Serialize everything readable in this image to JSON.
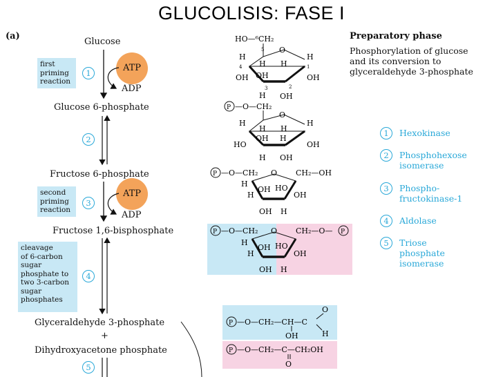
{
  "slide": {
    "title": "GLUCOLISIS: FASE I"
  },
  "figure": {
    "panel_label": "(a)",
    "metabolites": {
      "glucose": "Glucose",
      "g6p": "Glucose 6-phosphate",
      "f6p": "Fructose 6-phosphate",
      "f16bp": "Fructose 1,6-bisphosphate",
      "gap": "Glyceraldehyde 3-phosphate",
      "plus": "+",
      "dhap": "Dihydroxyacetone phosphate"
    },
    "notes": {
      "first_priming": [
        "first",
        "priming",
        "reaction"
      ],
      "second_priming": [
        "second",
        "priming",
        "reaction"
      ],
      "cleavage": [
        "cleavage",
        "of 6-carbon",
        "sugar",
        "phosphate to",
        "two 3-carbon",
        "sugar",
        "phosphates"
      ]
    },
    "cofactors": {
      "atp": "ATP",
      "adp": "ADP"
    },
    "step_numbers": [
      "1",
      "2",
      "3",
      "4",
      "5"
    ],
    "side_title": "Preparatory phase",
    "side_description": [
      "Phosphorylation of glucose",
      "and its conversion to",
      "glyceraldehyde 3-phosphate"
    ],
    "enzymes": [
      {
        "num": "1",
        "lines": [
          "Hexokinase"
        ]
      },
      {
        "num": "2",
        "lines": [
          "Phosphohexose",
          "isomerase"
        ]
      },
      {
        "num": "3",
        "lines": [
          "Phospho-",
          "fructokinase-1"
        ]
      },
      {
        "num": "4",
        "lines": [
          "Aldolase"
        ]
      },
      {
        "num": "5",
        "lines": [
          "Triose",
          "phosphate",
          "isomerase"
        ]
      }
    ],
    "structure_labels": {
      "glucose_top": "HO—⁶CH₂",
      "h": "H",
      "oh": "OH",
      "ho": "HO",
      "o": "O",
      "p": "P",
      "c1": "1",
      "c2": "2",
      "c3": "3",
      "c4": "4",
      "c5": "5",
      "g6p_top": "—O—CH₂",
      "f6p_chain": "—O—CH₂",
      "f6p_right": "CH₂—OH",
      "f16bp_left": "—O—CH₂",
      "f16bp_right": "CH₂—O—",
      "gap_chain": "—O—CH₂—CH—C",
      "gap_o": "O",
      "gap_h": "H",
      "gap_oh": "OH",
      "dhap_chain": "—O—CH₂—C—CH₂OH",
      "dhap_o": "O"
    },
    "colors": {
      "blue_box": "#c8e8f5",
      "pink_box": "#f7d3e3",
      "atp": "#f3a35a",
      "accent": "#29a8d8"
    }
  }
}
